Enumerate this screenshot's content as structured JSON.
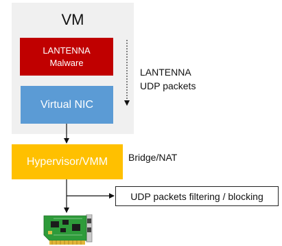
{
  "diagram": {
    "vm_title": "VM",
    "malware": {
      "line1": "LANTENNA",
      "line2": "Malware"
    },
    "nic_label": "Virtual NIC",
    "packet_label": {
      "line1": "LANTENNA",
      "line2": "UDP packets"
    },
    "hypervisor_label": "Hypervisor/VMM",
    "bridge_label": "Bridge/NAT",
    "filter_label": "UDP packets filtering / blocking",
    "icons": {
      "network_card": "network-card-icon"
    }
  },
  "colors": {
    "vm_background": "#f0f0f0",
    "malware": "#c00000",
    "nic": "#5b9bd5",
    "hypervisor": "#ffc000",
    "pcb": "#2e9b3a"
  }
}
